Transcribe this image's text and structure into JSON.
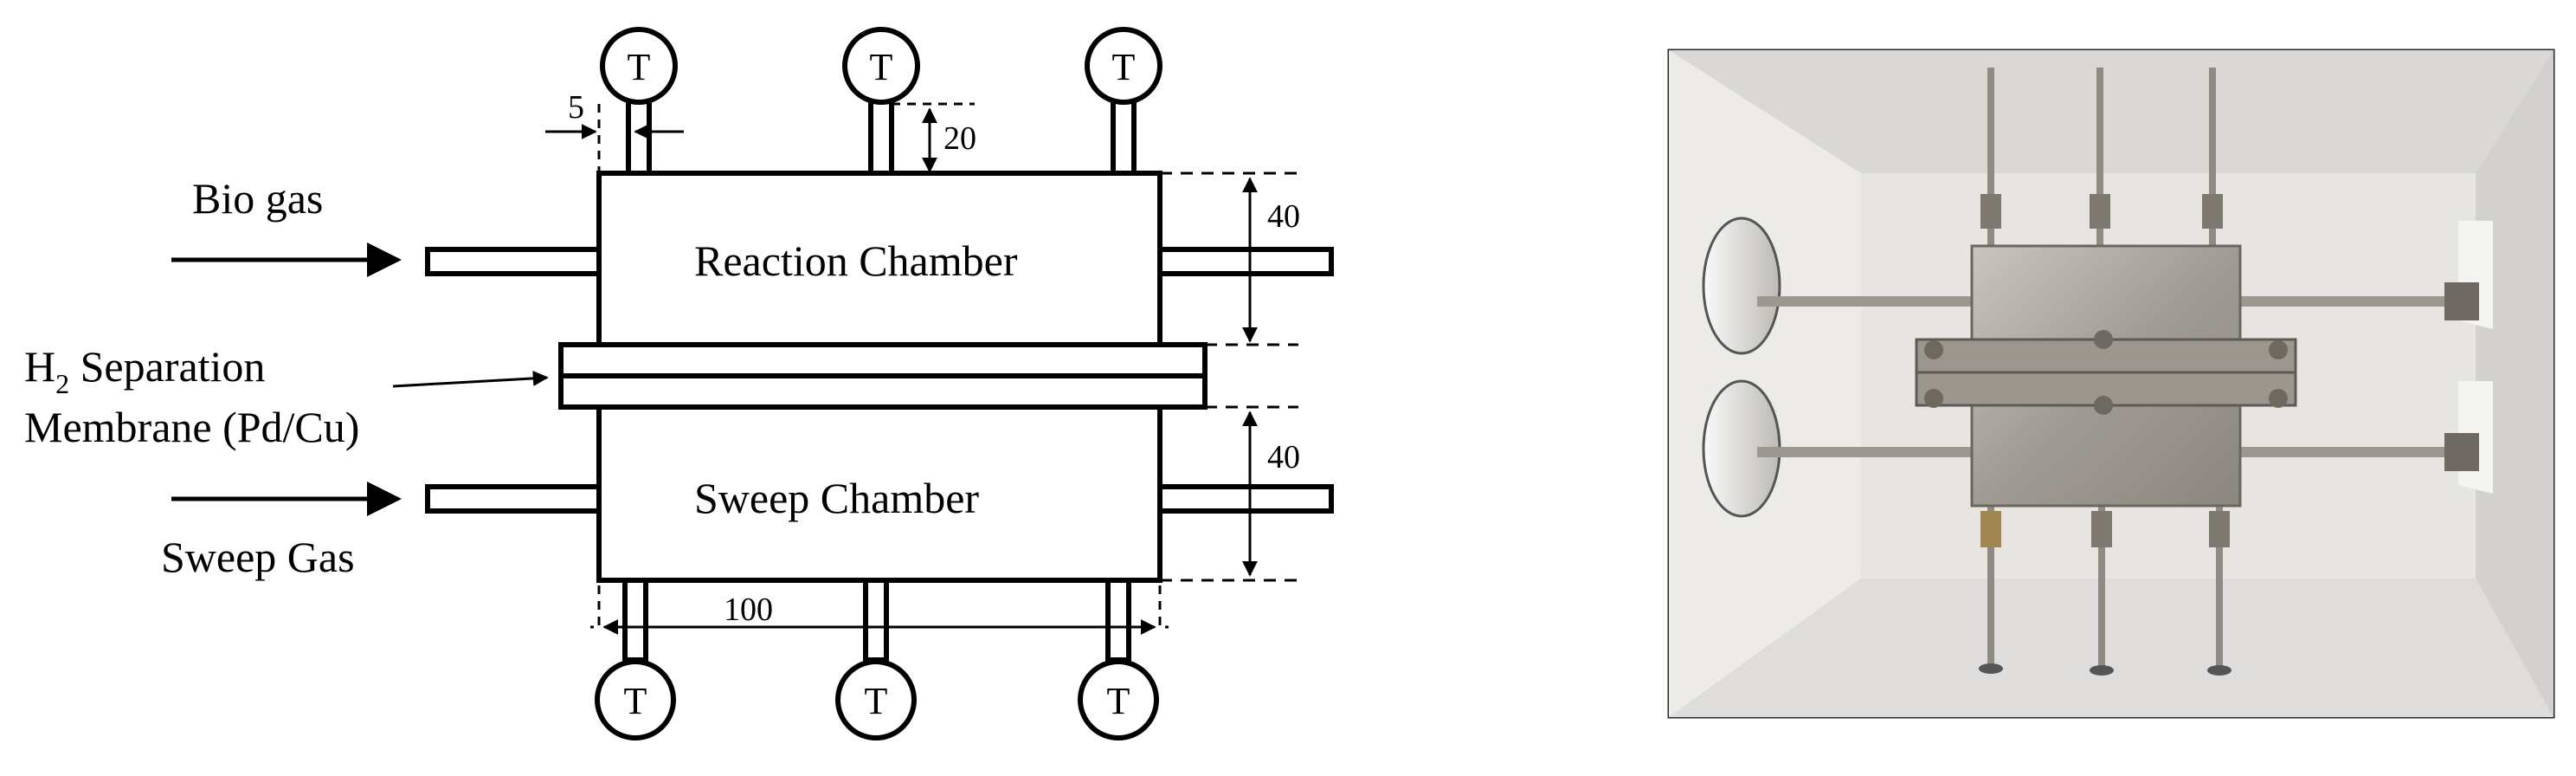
{
  "diagram": {
    "inlet_label": "Bio gas",
    "sweep_label": "Sweep Gas",
    "membrane_label": {
      "h": "H",
      "sub": "2",
      "rest": " Separation",
      "line2": "Membrane (Pd/Cu)"
    },
    "reaction_chamber": "Reaction Chamber",
    "sweep_chamber": "Sweep Chamber",
    "thermocouple_letter": "T",
    "dims": {
      "tube_width": "5",
      "tube_height": "20",
      "reaction_height": "40",
      "sweep_height": "40",
      "width": "100"
    }
  },
  "photo": {
    "description_icon": "reactor-photo"
  },
  "colors": {
    "stroke": "#000000",
    "photo_wall": "#e3e2df",
    "photo_frame": "#2a2a2a",
    "steel": "#a8a59f"
  }
}
